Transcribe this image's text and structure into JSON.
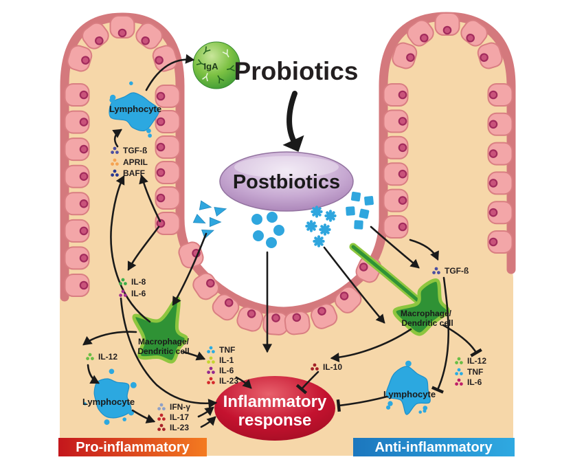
{
  "title": "Probiotics",
  "postbiotics": "Postbiotics",
  "iga": "IgA",
  "inflammatory": {
    "line1": "Inflammatory",
    "line2": "response"
  },
  "banners": {
    "pro": "Pro-inflammatory",
    "anti": "Anti-inflammatory"
  },
  "cells": {
    "lymphocyte_top": "Lymphocyte",
    "lymphocyte_bottom_left": "Lymphocyte",
    "lymphocyte_right": "Lymphocyte",
    "macrophage_left": {
      "line1": "Macrophage/",
      "line2": "Dendritic cell"
    },
    "macrophage_right": {
      "line1": "Macrophage/",
      "line2": "Dendritic cell"
    }
  },
  "cytokines": {
    "tgfAprilBaff": [
      {
        "label": "TGF-ß",
        "color": "#4B4FA0"
      },
      {
        "label": "APRIL",
        "color": "#F5A352"
      },
      {
        "label": "BAFF",
        "color": "#2A3990"
      }
    ],
    "il8il6": [
      {
        "label": "IL-8",
        "color": "#3BAD49"
      },
      {
        "label": "IL-6",
        "color": "#A2308F"
      }
    ],
    "il12Left": [
      {
        "label": "IL-12",
        "color": "#69BD45"
      }
    ],
    "tnfQuad": [
      {
        "label": "TNF",
        "color": "#29ABE2"
      },
      {
        "label": "IL-1",
        "color": "#C3D62F"
      },
      {
        "label": "IL-6",
        "color": "#93278F"
      },
      {
        "label": "IL-23",
        "color": "#D5282C"
      }
    ],
    "ifnTrio": [
      {
        "label": "IFN-γ",
        "color": "#8FA0C6"
      },
      {
        "label": "IL-17",
        "color": "#C1272D"
      },
      {
        "label": "IL-23",
        "color": "#A6232A"
      }
    ],
    "il10": [
      {
        "label": "IL-10",
        "color": "#A22027"
      }
    ],
    "tgfRight": [
      {
        "label": "TGF-ß",
        "color": "#4B4FA0"
      }
    ],
    "rightTrio": [
      {
        "label": "IL-12",
        "color": "#69BD45"
      },
      {
        "label": "TNF",
        "color": "#29ABE2"
      },
      {
        "label": "IL-6",
        "color": "#BE1E68"
      }
    ]
  },
  "colors": {
    "background": "#FFFFFF",
    "tissue": "#F6D7A9",
    "epithelium_band": "#D4797D",
    "cell_fill": "#F3A6A8",
    "cell_nucleus": "#C9537B",
    "lymphocyte": "#2CA8E0",
    "macrophage_body": "#2F9235",
    "macrophage_halo": "#8DC63F",
    "metabolite_blue": "#2FA6DE",
    "iga_green": "#62B43F",
    "postbiotics_purple": "#B291BE",
    "inflammatory_red": "#C4122F",
    "text_dark": "#231F20",
    "arrow": "#1A1A1A"
  }
}
